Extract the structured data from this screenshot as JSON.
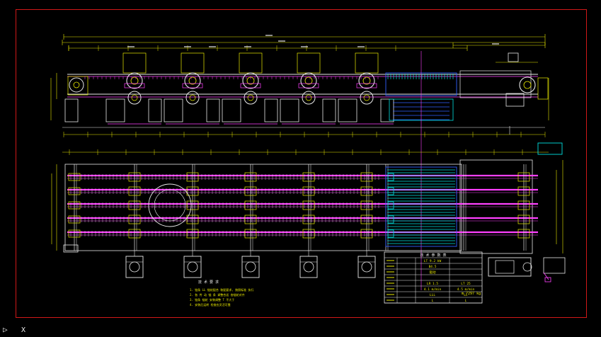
{
  "drawing": {
    "title_block": {
      "header": "技 术 参 数 表",
      "rows": [
        [
          "",
          "",
          "LT 9.2 kW",
          ""
        ],
        [
          "",
          "",
          "  B4.5 ",
          ""
        ],
        [
          "",
          "",
          "驱动",
          ""
        ],
        [
          "",
          "",
          "",
          ""
        ],
        [
          "",
          "",
          "LR 1.5",
          "LT 25"
        ],
        [
          "",
          "",
          "4.1 m/min",
          "4.5 m/min"
        ],
        [
          "",
          "",
          "LLL",
          "LL"
        ],
        [
          "",
          "",
          "L",
          "L"
        ]
      ]
    },
    "mass_note": "m  7297 kg",
    "notes_title": "技 术 要 求",
    "notes": [
      "1. 链条 LL 链轮配合 装配要求, 按照标准 执行",
      "2. 各 传 动 链 条 调整合适 各链轮对齐",
      "3. 链条 链轮 安装调整 T 不大于",
      "4. 安装后运转 检查应灵活可靠"
    ]
  },
  "ucs": {
    "axis_label": "X"
  },
  "colors": {
    "background": "#000000",
    "border": "#d01818",
    "yellow": "#e8e800",
    "magenta": "#ff40ff",
    "white": "#e8e8e8",
    "cyan": "#00e0e0",
    "blue": "#3060ff",
    "green": "#30d030"
  }
}
